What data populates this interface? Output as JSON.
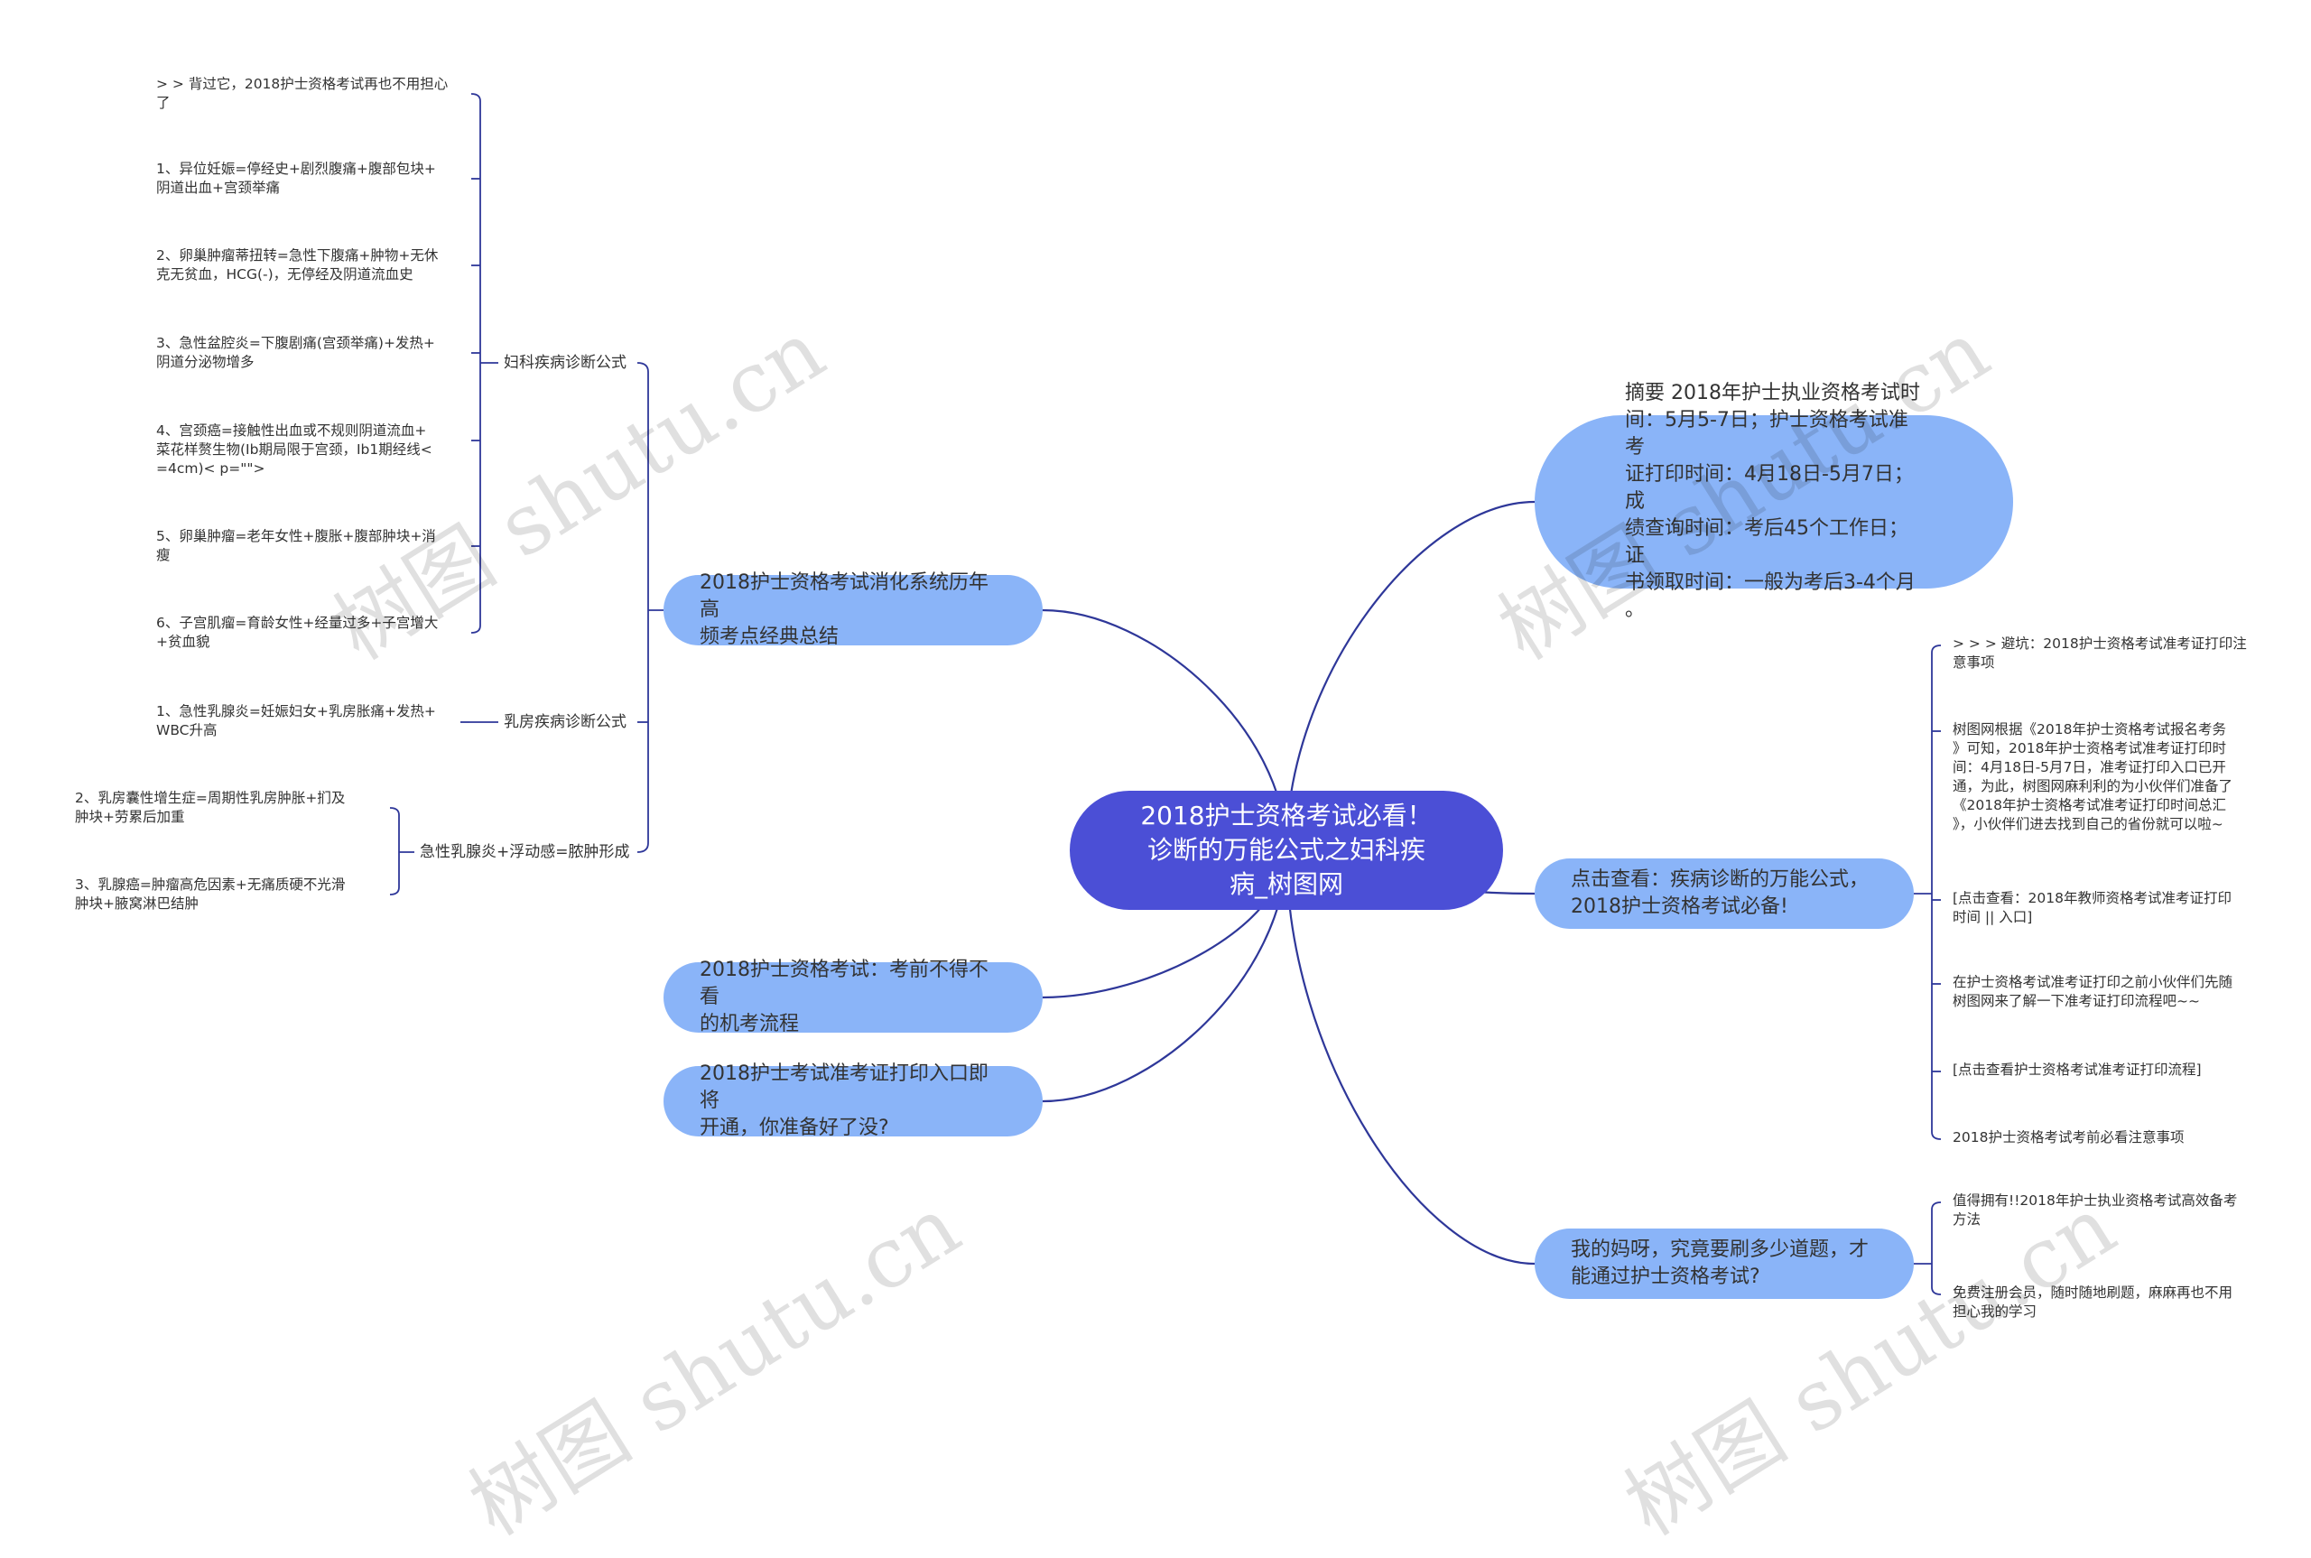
{
  "root": {
    "lines": [
      "2018护士资格考试必看！",
      "诊断的万能公式之妇科疾",
      "病_树图网"
    ]
  },
  "left": [
    {
      "id": "l1",
      "lines": [
        "2018护士资格考试消化系统历年高",
        "频考点经典总结"
      ],
      "subs": [
        {
          "id": "s1",
          "label": "妇科疾病诊断公式",
          "leaves": [
            [
              "> > 背过它，2018护士资格考试再也不用担心",
              "了"
            ],
            [
              "1、异位妊娠=停经史+剧烈腹痛+腹部包块+",
              "阴道出血+宫颈举痛"
            ],
            [
              "2、卵巢肿瘤蒂扭转=急性下腹痛+肿物+无休",
              "克无贫血，HCG(-)，无停经及阴道流血史"
            ],
            [
              "3、急性盆腔炎=下腹剧痛(宫颈举痛)+发热+",
              "阴道分泌物增多"
            ],
            [
              "4、宫颈癌=接触性出血或不规则阴道流血+",
              "菜花样赘生物(Ib期局限于宫颈，Ib1期经线<",
              "=4cm)< p=\"\">"
            ],
            [
              "5、卵巢肿瘤=老年女性+腹胀+腹部肿块+消",
              "瘦"
            ],
            [
              "6、子宫肌瘤=育龄女性+经量过多+子宫增大",
              "+贫血貌"
            ]
          ]
        },
        {
          "id": "s2",
          "label": "乳房疾病诊断公式",
          "leaves": [
            [
              "1、急性乳腺炎=妊娠妇女+乳房胀痛+发热+",
              "WBC升高"
            ]
          ]
        },
        {
          "id": "s3",
          "label": "急性乳腺炎+浮动感=脓肿形成",
          "leaves": [
            [
              "2、乳房囊性增生症=周期性乳房肿胀+扪及",
              "肿块+劳累后加重"
            ],
            [
              "3、乳腺癌=肿瘤高危因素+无痛质硬不光滑",
              "肿块+腋窝淋巴结肿"
            ]
          ]
        }
      ]
    },
    {
      "id": "l2",
      "lines": [
        "2018护士资格考试：考前不得不看",
        "的机考流程"
      ]
    },
    {
      "id": "l3",
      "lines": [
        "2018护士考试准考证打印入口即将",
        "开通，你准备好了没?"
      ]
    }
  ],
  "right": [
    {
      "id": "r1",
      "lines": [
        "摘要 2018年护士执业资格考试时",
        "间：5月5-7日；护士资格考试准考",
        "证打印时间：4月18日-5月7日；成",
        "绩查询时间：考后45个工作日；证",
        "书领取时间：一般为考后3-4个月",
        "。"
      ]
    },
    {
      "id": "r2",
      "lines": [
        "点击查看：疾病诊断的万能公式，",
        "2018护士资格考试必备!"
      ],
      "leaves": [
        [
          "> > > 避坑：2018护士资格考试准考证打印注",
          "意事项"
        ],
        [
          "树图网根据《2018年护士资格考试报名考务",
          "》可知，2018年护士资格考试准考证打印时",
          "间：4月18日-5月7日，准考证打印入口已开",
          "通，为此，树图网麻利利的为小伙伴们准备了",
          "《2018年护士资格考试准考证打印时间总汇",
          "》，小伙伴们进去找到自己的省份就可以啦~"
        ],
        [
          "[点击查看：2018年教师资格考试准考证打印",
          "时间 || 入口]"
        ],
        [
          "在护士资格考试准考证打印之前小伙伴们先随",
          "树图网来了解一下准考证打印流程吧~~"
        ],
        [
          "[点击查看护士资格考试准考证打印流程]"
        ],
        [
          "2018护士资格考试考前必看注意事项"
        ]
      ]
    },
    {
      "id": "r3",
      "lines": [
        "我的妈呀，究竟要刷多少道题，才",
        "能通过护士资格考试?"
      ],
      "leaves": [
        [
          "值得拥有!!2018年护士执业资格考试高效备考",
          "方法"
        ],
        [
          "免费注册会员，随时随地刷题，麻麻再也不用",
          "担心我的学习"
        ]
      ]
    }
  ],
  "watermarks": [
    "树图 shutu.cn",
    "树图 shutu.cn",
    "树图 shutu.cn",
    "树图 shutu.cn"
  ],
  "colors": {
    "line": "#2e3799",
    "root": "#4b4fd6",
    "main": "#8ab4f8"
  }
}
